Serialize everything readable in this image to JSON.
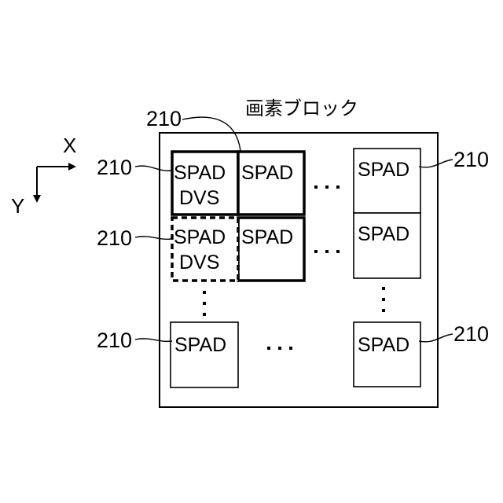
{
  "figure": {
    "title": "画素ブロック",
    "axes": {
      "x_label": "X",
      "y_label": "Y"
    },
    "ref_label": "210",
    "cells": {
      "r0c0": {
        "line1": "SPAD",
        "line2": "DVS"
      },
      "r0c1": {
        "line1": "SPAD"
      },
      "r1c0": {
        "line1": "SPAD",
        "line2": "DVS"
      },
      "r1c1": {
        "line1": "SPAD"
      },
      "r0cn": {
        "line1": "SPAD"
      },
      "r1cn": {
        "line1": "SPAD"
      },
      "rnc0": {
        "line1": "SPAD"
      },
      "rncn": {
        "line1": "SPAD"
      }
    }
  }
}
